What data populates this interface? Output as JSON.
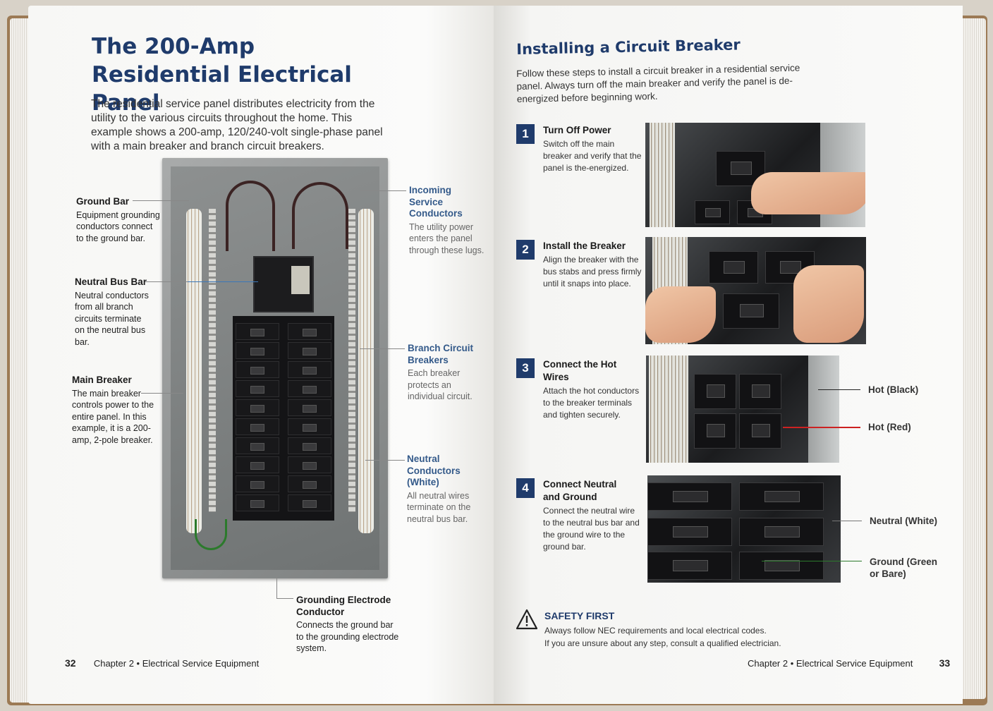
{
  "left_page": {
    "title": "The 200-Amp Residential Electrical Panel",
    "intro": "The residential service panel distributes electricity from the utility to the various circuits throughout the home. This example shows a 200-amp, 120/240-volt single-phase panel with a main breaker and branch circuit breakers.",
    "callouts": {
      "ground_bar": {
        "heading": "Ground Bar",
        "body": "Equipment grounding conductors connect to the ground bar."
      },
      "neutral_bus": {
        "heading": "Neutral Bus Bar",
        "body": "Neutral conductors from all branch circuits terminate on the neutral bus bar."
      },
      "main_breaker": {
        "heading": "Main Breaker",
        "body": "The main breaker controls power to the entire panel. In this example, it is a 200-amp, 2-pole breaker."
      },
      "incoming": {
        "heading": "Incoming Service Conductors",
        "body": "The utility power enters the panel through these lugs."
      },
      "branch": {
        "heading": "Branch Circuit Breakers",
        "body": "Each breaker protects an individual circuit."
      },
      "neutral_conductors": {
        "heading": "Neutral Conductors (White)",
        "body": "All neutral wires terminate on the neutral bus bar."
      },
      "grounding_electrode": {
        "heading": "Grounding Electrode Conductor",
        "body": "Connects the ground bar to the grounding electrode system."
      }
    },
    "footer": {
      "page": "32",
      "chapter": "Chapter 2",
      "section": "Electrical Service Equipment"
    }
  },
  "right_page": {
    "title": "Installing a Circuit Breaker",
    "intro": "Follow these steps to install a circuit breaker in a residential service panel. Always turn off the main breaker and verify the panel is de-energized before beginning work.",
    "steps": [
      {
        "number": "1",
        "heading": "Turn Off Power",
        "body": "Switch off the main breaker and verify that the panel is the-energized."
      },
      {
        "number": "2",
        "heading": "Install the Breaker",
        "body": "Align the breaker with the bus stabs and press firmly until it snaps into place."
      },
      {
        "number": "3",
        "heading": "Connect the Hot Wires",
        "body": "Attach the hot conductors to the breaker terminals and tighten securely."
      },
      {
        "number": "4",
        "heading": "Connect Neutral and Ground",
        "body": "Connect the neutral wire to the neutral bus bar and the ground wire to the ground bar."
      }
    ],
    "wire_labels": {
      "hot_black": "Hot (Black)",
      "hot_red": "Hot (Red)",
      "neutral_white": "Neutral (White)",
      "ground": "Ground (Green or Bare)"
    },
    "safety": {
      "heading": "SAFETY FIRST",
      "line1": "Always follow NEC requirements and local electrical codes.",
      "line2": "If you are unsure about any step, consult a qualified electrician.",
      "icon": "warning-triangle-icon"
    },
    "footer": {
      "page": "33",
      "chapter": "Chapter 2",
      "section": "Electrical Service Equipment"
    }
  },
  "colors": {
    "heading_blue": "#1f3b6b",
    "callout_blue": "#345a8a",
    "hot_red": "#cc2222"
  }
}
